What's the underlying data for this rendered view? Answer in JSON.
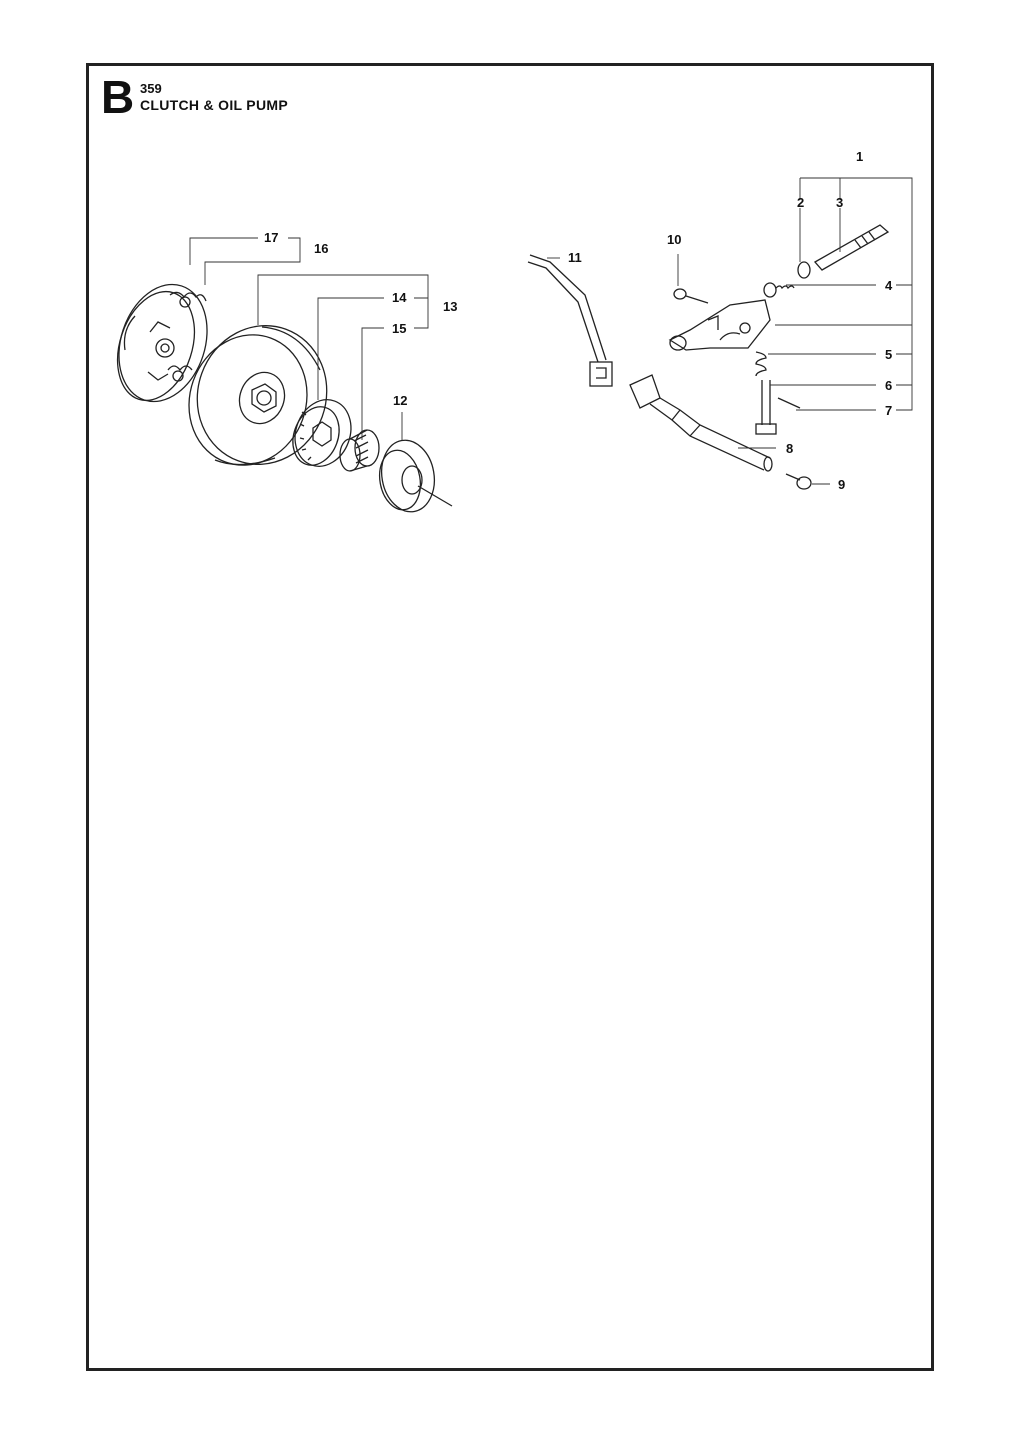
{
  "header": {
    "section_letter": "B",
    "model": "359",
    "title": "CLUTCH & OIL PUMP"
  },
  "callouts": {
    "c1": "1",
    "c2": "2",
    "c3": "3",
    "c4": "4",
    "c5": "5",
    "c6": "6",
    "c7": "7",
    "c8": "8",
    "c9": "9",
    "c10": "10",
    "c11": "11",
    "c12": "12",
    "c13": "13",
    "c14": "14",
    "c15": "15",
    "c16": "16",
    "c17": "17"
  }
}
